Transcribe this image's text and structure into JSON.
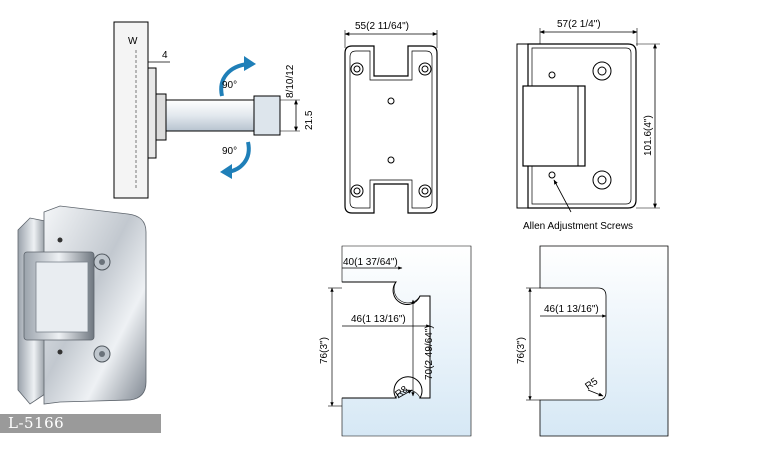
{
  "diagram": {
    "side_view": {
      "wall_mark": "W",
      "gap_label": "4",
      "glass_label": "8/10/12",
      "height_label": "21.5",
      "angle_top": "90°",
      "angle_bottom": "90°"
    },
    "front_view": {
      "width_label": "55(2 11/64\")"
    },
    "wall_mount_view": {
      "width_label": "57(2 1/4\")",
      "height_label": "101.6(4\")",
      "callout": "Allen Adjustment Screws"
    },
    "glass_cutout_left": {
      "top_width": "40(1 37/64\")",
      "inner_width": "46(1 13/16\")",
      "height": "76(3\")",
      "inner_height": "70(2 49/64\")",
      "radius": "R8"
    },
    "glass_cutout_right": {
      "inner_width": "46(1 13/16\")",
      "height": "76(3\")",
      "radius": "R5"
    },
    "product": {
      "model": "L-5166"
    }
  },
  "colors": {
    "arrow_blue": "#1f7fb8",
    "glass_blue": "#dcebf6",
    "chrome": "#c9ced4"
  }
}
